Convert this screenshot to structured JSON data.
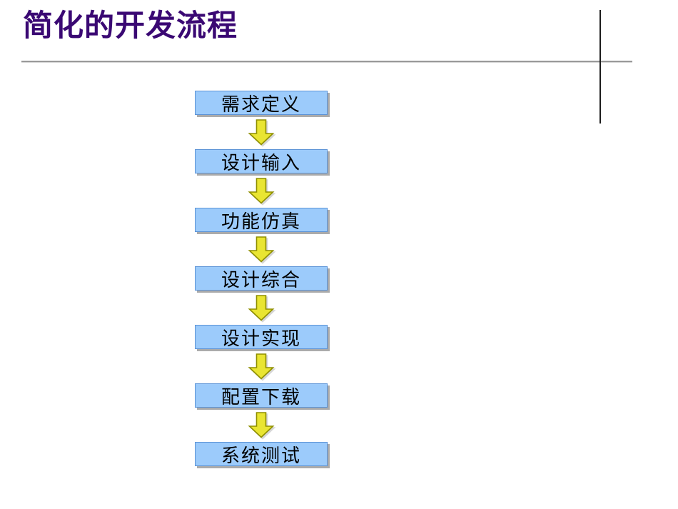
{
  "slide": {
    "title": "简化的开发流程",
    "title_color": "#3A0873",
    "background_color": "#FFFFFF",
    "rule_color": "#9A9A9A",
    "vertical_rule_color": "#1C1C1C"
  },
  "flowchart": {
    "direction": "top-to-bottom",
    "box_fill": "#9CCBFB",
    "box_border": "#5C93D6",
    "box_shadow": "#ABABAB",
    "arrow_fill": "#E9E532",
    "arrow_border": "#8F8F00",
    "steps": [
      {
        "label": "需求定义"
      },
      {
        "label": "设计输入"
      },
      {
        "label": "功能仿真"
      },
      {
        "label": "设计综合"
      },
      {
        "label": "设计实现"
      },
      {
        "label": "配置下载"
      },
      {
        "label": "系统测试"
      }
    ]
  }
}
